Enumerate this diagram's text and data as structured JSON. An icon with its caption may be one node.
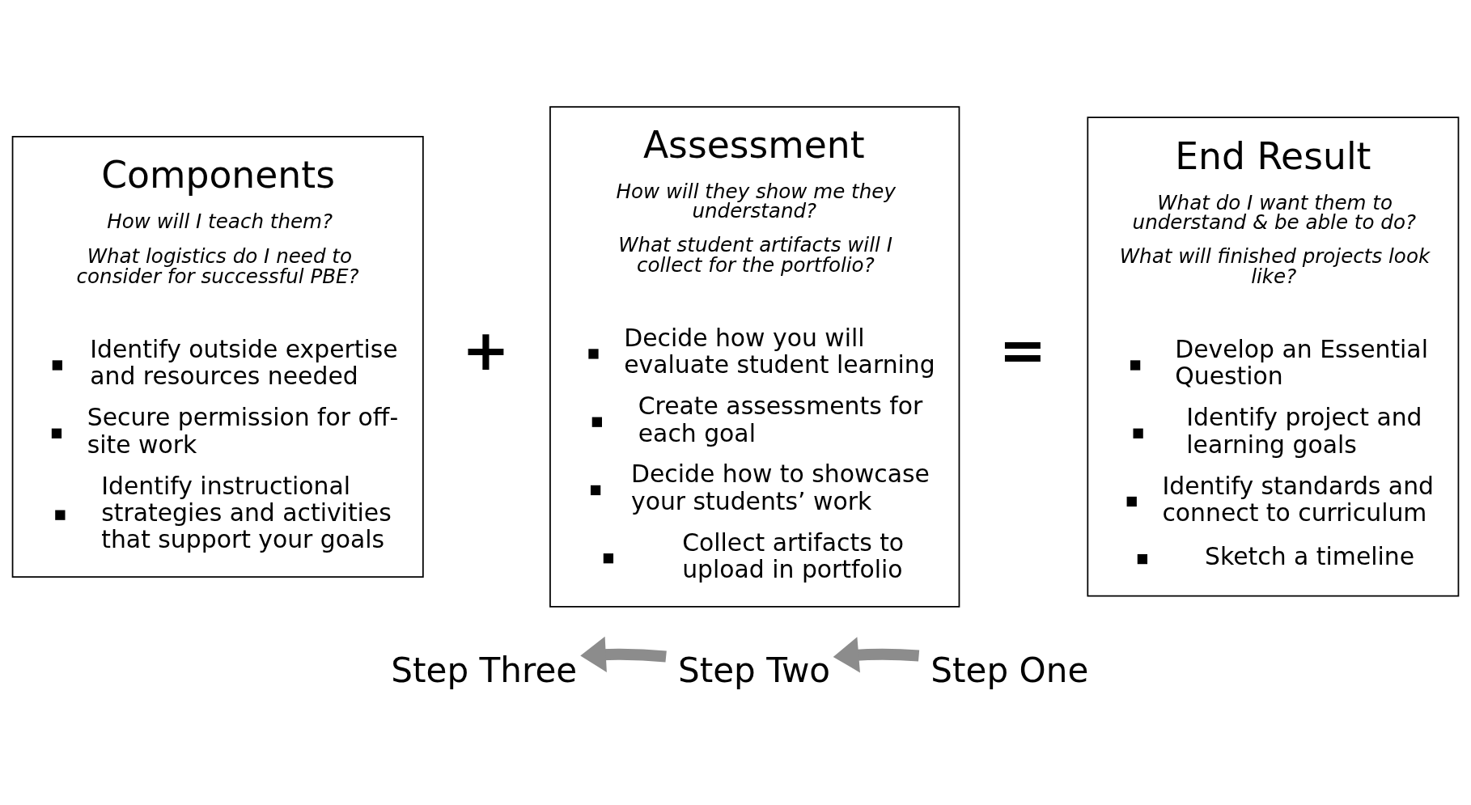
{
  "diagram": {
    "nodes": [
      {
        "text": [
          "Components",
          "How will I teach them?",
          "What logistics do I need to consider for successful PBE?",
          "Identify outside expertise and resources needed",
          "Secure permission for off-site work",
          "Identify instructional strategies and activities that support your goals"
        ]
      },
      {
        "text": [
          "Assessment",
          "How will they show me they understand?",
          "What student artifacts will I collect for the portfolio?",
          "Decide how you will evaluate student learning",
          "Create assessments for each goal",
          "Decide how to showcase your students’ work",
          "Collect artifacts to upload in portfolio"
        ]
      },
      {
        "text": [
          "End Result",
          "What do I want them to understand & be able to do?",
          "What will finished projects look like?",
          "Develop an Essential Question",
          "Identify project and learning goals",
          "Identify standards and connect to curriculum",
          "Sketch a timeline"
        ]
      },
      {
        "text": [
          "Step Three"
        ]
      },
      {
        "text": [
          "Step Two"
        ]
      },
      {
        "text": [
          "Step One"
        ]
      }
    ],
    "edges": [
      {
        "from": 5,
        "to": 4,
        "arrow": "to"
      },
      {
        "from": 4,
        "to": 3,
        "arrow": "to"
      }
    ],
    "labels": [
      "+",
      "="
    ]
  }
}
